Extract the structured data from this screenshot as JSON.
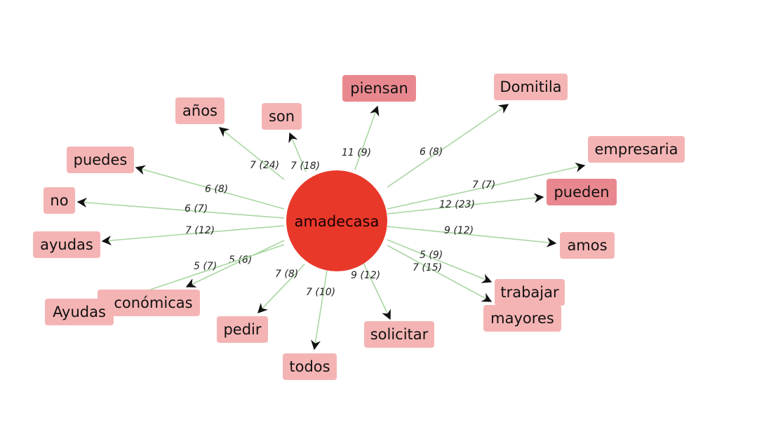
{
  "center": {
    "label": "amadecasa",
    "color": "#e8382a"
  },
  "colors": {
    "node": "#f5b4b4",
    "node_strong": "#e8888e",
    "edge": "#a9d6a2",
    "arrow": "#111111"
  },
  "nodes": [
    {
      "id": "piensan",
      "label": "piensan",
      "edge_label": "11 (9)",
      "strong": true
    },
    {
      "id": "domitila",
      "label": "Domitila",
      "edge_label": "6 (8)",
      "strong": false
    },
    {
      "id": "empresaria",
      "label": "empresaria",
      "edge_label": "7 (7)",
      "strong": false
    },
    {
      "id": "pueden",
      "label": "pueden",
      "edge_label": "12 (23)",
      "strong": true
    },
    {
      "id": "amos",
      "label": "amos",
      "edge_label": "9 (12)",
      "strong": false
    },
    {
      "id": "trabajar",
      "label": "trabajar",
      "edge_label": "5 (9)",
      "strong": false
    },
    {
      "id": "mayores",
      "label": "mayores",
      "edge_label": "7 (15)",
      "strong": false
    },
    {
      "id": "solicitar",
      "label": "solicitar",
      "edge_label": "9 (12)",
      "strong": false
    },
    {
      "id": "todos",
      "label": "todos",
      "edge_label": "7 (10)",
      "strong": false
    },
    {
      "id": "pedir",
      "label": "pedir",
      "edge_label": "7 (8)",
      "strong": false
    },
    {
      "id": "economicas",
      "label": "económicas",
      "edge_label": "5 (6)",
      "strong": false
    },
    {
      "id": "ayudas-cap",
      "label": "Ayudas",
      "edge_label": "5 (7)",
      "strong": false
    },
    {
      "id": "ayudas",
      "label": "ayudas",
      "edge_label": "7 (12)",
      "strong": false
    },
    {
      "id": "no",
      "label": "no",
      "edge_label": "6 (7)",
      "strong": false
    },
    {
      "id": "puedes",
      "label": "puedes",
      "edge_label": "6 (8)",
      "strong": false
    },
    {
      "id": "anos",
      "label": "años",
      "edge_label": "7 (24)",
      "strong": false
    },
    {
      "id": "son",
      "label": "son",
      "edge_label": "7 (18)",
      "strong": false
    }
  ]
}
